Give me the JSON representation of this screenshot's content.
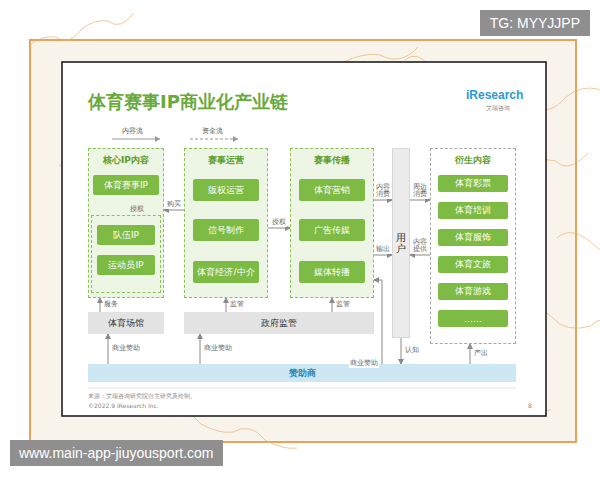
{
  "diagram": {
    "title": "体育赛事IP商业化产业链",
    "nodes": [
      {
        "text": [
          "核心IP内容"
        ]
      },
      {
        "text": [
          "体育赛事IP"
        ],
        "in": 0
      },
      {
        "text": [
          "队伍IP"
        ],
        "in": 0
      },
      {
        "text": [
          "运动员IP"
        ],
        "in": 0
      },
      {
        "text": [
          "赛事运营"
        ]
      },
      {
        "text": [
          "版权运营"
        ],
        "in": 4
      },
      {
        "text": [
          "信号制作"
        ],
        "in": 4
      },
      {
        "text": [
          "体育经济/中介"
        ],
        "in": 4
      },
      {
        "text": [
          "赛事传播"
        ]
      },
      {
        "text": [
          "体育营销"
        ],
        "in": 8
      },
      {
        "text": [
          "广告传媒"
        ],
        "in": 8
      },
      {
        "text": [
          "媒体转播"
        ],
        "in": 8
      },
      {
        "text": [
          "用户"
        ]
      },
      {
        "text": [
          "衍生内容"
        ]
      },
      {
        "text": [
          "体育彩票"
        ],
        "in": 13
      },
      {
        "text": [
          "体育培训"
        ],
        "in": 13
      },
      {
        "text": [
          "体育服饰"
        ],
        "in": 13
      },
      {
        "text": [
          "体育文旅"
        ],
        "in": 13
      },
      {
        "text": [
          "体育游戏"
        ],
        "in": 13
      },
      {
        "text": [
          "……"
        ],
        "in": 13
      },
      {
        "text": [
          "体育场馆"
        ]
      },
      {
        "text": [
          "政府监管"
        ]
      },
      {
        "text": [
          "赞助商"
        ]
      }
    ],
    "edges": [
      {
        "from": 4,
        "to": 0,
        "arrow": "to",
        "label": "购买"
      },
      {
        "from": 4,
        "to": 8,
        "arrow": "to",
        "label": "授权"
      },
      {
        "from": 8,
        "to": 12,
        "arrow": "to",
        "label": "内容消费"
      },
      {
        "from": 8,
        "to": 12,
        "arrow": "to",
        "label": "输出"
      },
      {
        "from": 12,
        "to": 13,
        "arrow": "to",
        "label": "周边消费"
      },
      {
        "from": 13,
        "to": 12,
        "arrow": "to",
        "label": "内容提供"
      },
      {
        "from": 20,
        "to": 0,
        "arrow": "to",
        "label": "服务"
      },
      {
        "from": 21,
        "to": 4,
        "arrow": "to",
        "label": "监管"
      },
      {
        "from": 21,
        "to": 8,
        "arrow": "to",
        "label": "监管"
      },
      {
        "from": 1,
        "to": 2,
        "arrow": "to",
        "label": "授权"
      },
      {
        "from": 22,
        "to": 20,
        "arrow": "to",
        "label": "商业赞助"
      },
      {
        "from": 22,
        "to": 21,
        "arrow": "to",
        "label": "商业赞助"
      },
      {
        "from": 22,
        "to": 8,
        "arrow": "to",
        "label": "商业赞助"
      },
      {
        "from": 12,
        "to": 22,
        "arrow": "to",
        "label": "认知"
      },
      {
        "from": 22,
        "to": 13,
        "arrow": "to",
        "label": "产出"
      }
    ],
    "labels": [
      "TG: MYYJJPP",
      "www.main-app-jiuyousport.com",
      "iResearch",
      "艾瑞咨询",
      "内容流",
      "资金流",
      "来源：艾瑞咨询研究院自主研究及绘制。",
      "©2022.9 iResearch Inc.",
      "8"
    ]
  }
}
